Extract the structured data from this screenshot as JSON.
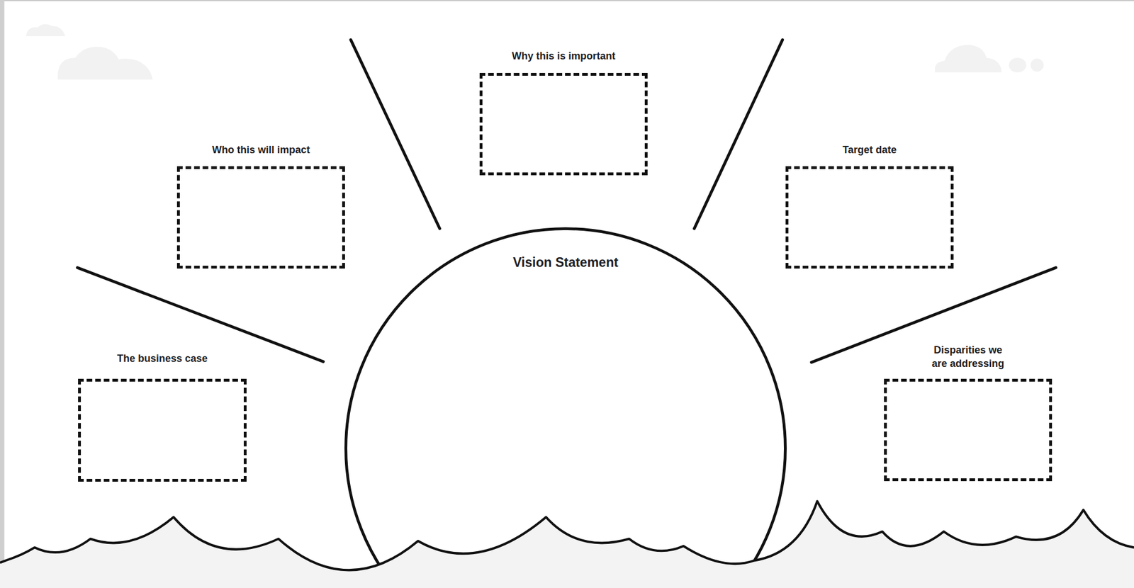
{
  "diagram": {
    "nodes": [
      {
        "text": [
          "Why this is important"
        ]
      },
      {
        "text": [
          "Who this will impact"
        ]
      },
      {
        "text": [
          "Target date"
        ]
      },
      {
        "text": [
          "Vision Statement"
        ]
      },
      {
        "text": [
          "The business case"
        ]
      },
      {
        "text": [
          "Disparities we are addressing"
        ]
      }
    ]
  }
}
